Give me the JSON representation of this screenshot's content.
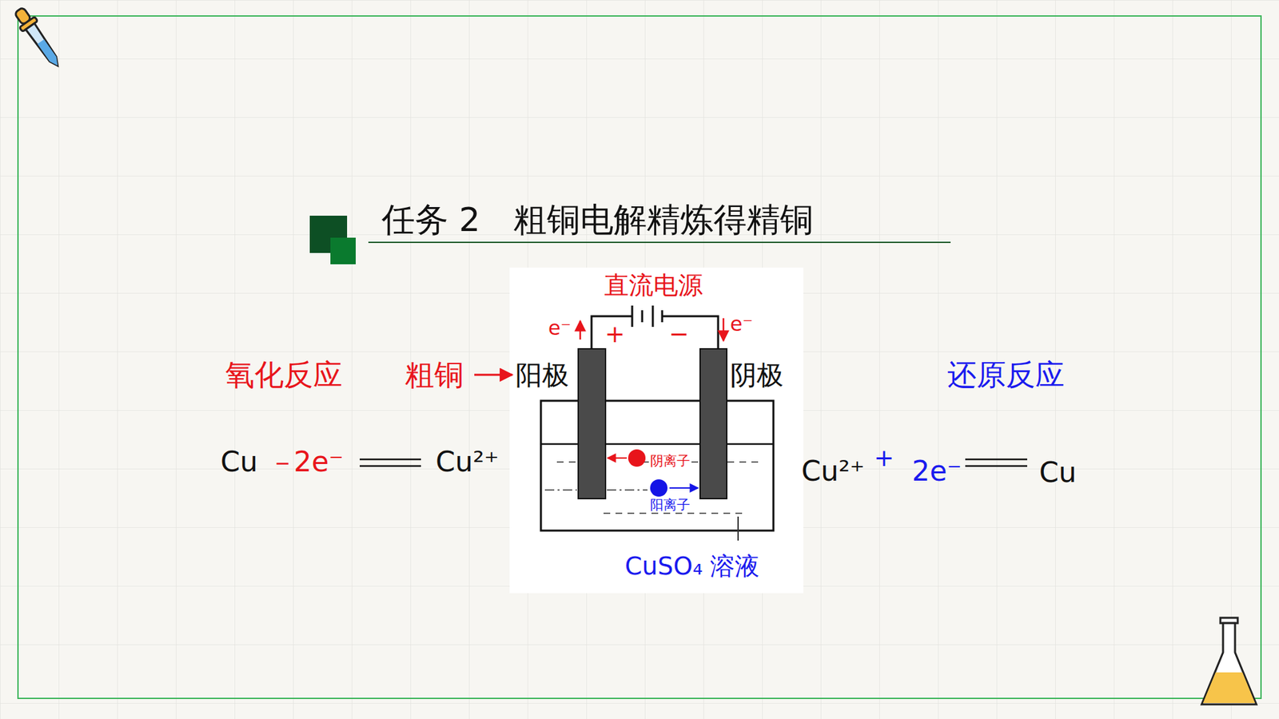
{
  "diagram": {
    "title": "任务 2　粗铜电解精炼得精铜",
    "labels": [
      "直流电源",
      "e⁻",
      "+",
      "−",
      "e⁻",
      "氧化反应",
      "粗铜",
      "阳极",
      "阴极",
      "还原反应",
      "Cu",
      "－",
      "2e⁻",
      "Cu²⁺",
      "阴离子",
      "Cu²⁺",
      "+",
      "2e⁻",
      "Cu",
      "阳离子",
      "CuSO₄ 溶液"
    ]
  }
}
